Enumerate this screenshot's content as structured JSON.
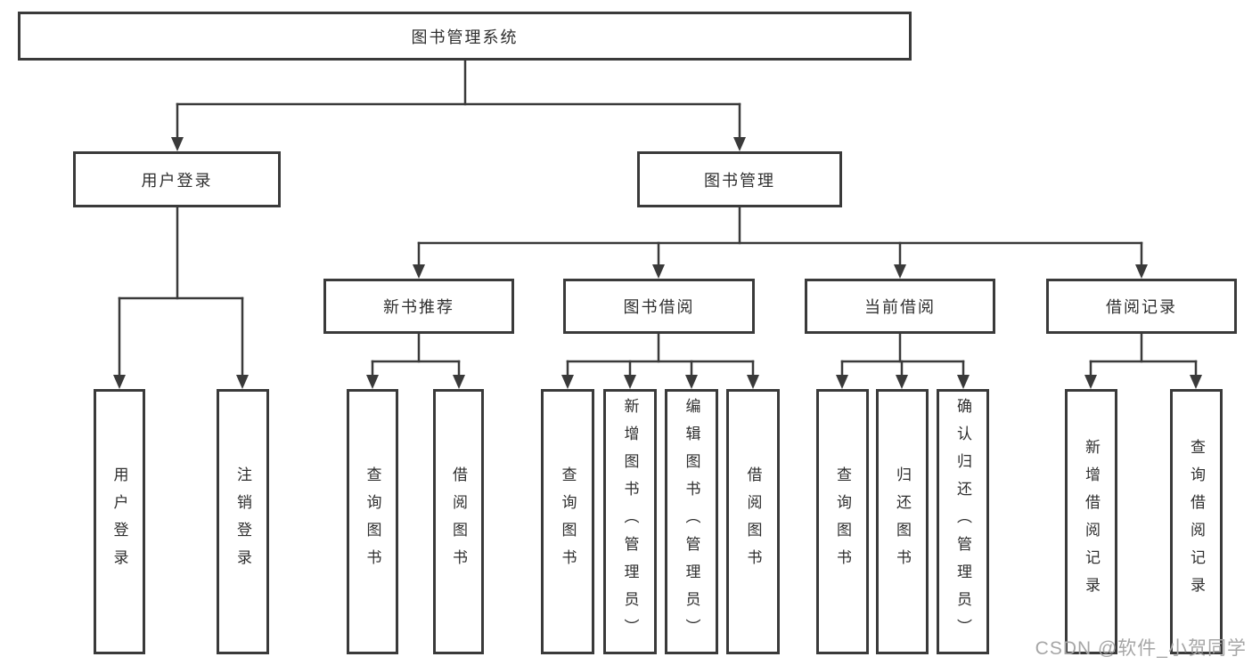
{
  "diagram": {
    "root": {
      "label": "图书管理系统"
    },
    "branches": [
      {
        "label": "用户登录",
        "children": [
          {
            "label": "用户登录"
          },
          {
            "label": "注销登录"
          }
        ]
      },
      {
        "label": "图书管理",
        "children": [
          {
            "label": "新书推荐",
            "children": [
              {
                "label": "查询图书"
              },
              {
                "label": "借阅图书"
              }
            ]
          },
          {
            "label": "图书借阅",
            "children": [
              {
                "label": "查询图书"
              },
              {
                "label": "新增图书（管理员）"
              },
              {
                "label": "编辑图书（管理员）"
              },
              {
                "label": "借阅图书"
              }
            ]
          },
          {
            "label": "当前借阅",
            "children": [
              {
                "label": "查询图书"
              },
              {
                "label": "归还图书"
              },
              {
                "label": "确认归还（管理员）"
              }
            ]
          },
          {
            "label": "借阅记录",
            "children": [
              {
                "label": "新增借阅记录"
              },
              {
                "label": "查询借阅记录"
              }
            ]
          }
        ]
      }
    ]
  },
  "watermark": {
    "text": "CSDN @软件_小贺同学"
  },
  "colors": {
    "line": "#3a3a3a",
    "text": "#2f2f2f",
    "background": "#ffffff",
    "watermark": "#a6a6a6"
  }
}
